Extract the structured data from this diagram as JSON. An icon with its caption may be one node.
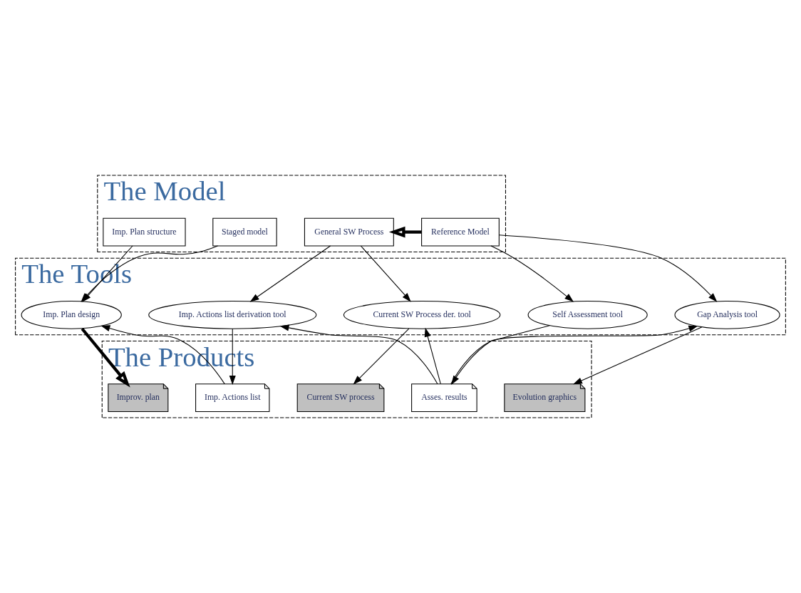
{
  "diagram": {
    "nodes": [
      {
        "text": [
          "The Model"
        ]
      },
      {
        "text": [
          "Reference Model"
        ],
        "in": 0
      },
      {
        "text": [
          "General SW Process"
        ],
        "in": 0
      },
      {
        "text": [
          "Staged model"
        ],
        "in": 0
      },
      {
        "text": [
          "Imp. Plan structure"
        ],
        "in": 0
      },
      {
        "text": [
          "The Tools"
        ]
      },
      {
        "text": [
          "Self Assessment tool"
        ],
        "in": 5
      },
      {
        "text": [
          "Gap Analysis tool"
        ],
        "in": 5
      },
      {
        "text": [
          "Current SW Process der. tool"
        ],
        "in": 5
      },
      {
        "text": [
          "Imp. Actions list derivation tool"
        ],
        "in": 5
      },
      {
        "text": [
          "Imp. Plan design"
        ],
        "in": 5
      },
      {
        "text": [
          "The Products"
        ]
      },
      {
        "text": [
          "Asses. results"
        ],
        "in": 11
      },
      {
        "text": [
          "Evolution graphics"
        ],
        "in": 11
      },
      {
        "text": [
          "Current SW process"
        ],
        "in": 11
      },
      {
        "text": [
          "Imp. Actions list"
        ],
        "in": 11
      },
      {
        "text": [
          "Improv. plan"
        ],
        "in": 11
      }
    ],
    "edges": [
      {
        "from": 1,
        "to": 2,
        "arrow": "to",
        "style": "thick"
      },
      {
        "from": 1,
        "to": 6,
        "arrow": "to"
      },
      {
        "from": 1,
        "to": 7,
        "arrow": "to"
      },
      {
        "from": 2,
        "to": 8,
        "arrow": "to"
      },
      {
        "from": 2,
        "to": 9,
        "arrow": "to"
      },
      {
        "from": 3,
        "to": 10,
        "arrow": "to"
      },
      {
        "from": 4,
        "to": 10,
        "arrow": "to"
      },
      {
        "from": 6,
        "to": 12,
        "arrow": "to"
      },
      {
        "from": 12,
        "to": 7,
        "arrow": "to"
      },
      {
        "from": 12,
        "to": 8,
        "arrow": "to"
      },
      {
        "from": 12,
        "to": 9,
        "arrow": "to"
      },
      {
        "from": 7,
        "to": 13,
        "arrow": "to"
      },
      {
        "from": 8,
        "to": 14,
        "arrow": "to"
      },
      {
        "from": 9,
        "to": 15,
        "arrow": "to"
      },
      {
        "from": 15,
        "to": 10,
        "arrow": "to"
      },
      {
        "from": 10,
        "to": 16,
        "arrow": "to",
        "style": "thick"
      }
    ]
  }
}
